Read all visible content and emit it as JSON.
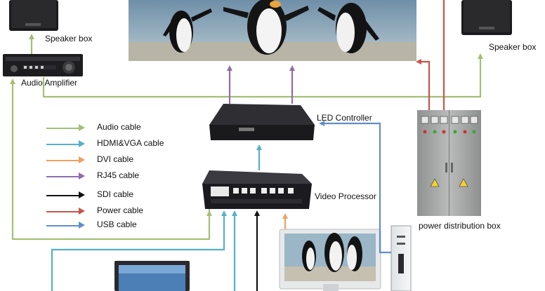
{
  "labels": {
    "speaker_left": "Speaker box",
    "speaker_right": "Speaker box",
    "audio_amplifier": "Audio Amplifier",
    "led_controller": "LED Controller",
    "video_processor": "Video Processor",
    "power_distribution": "power distribution box"
  },
  "legend": [
    {
      "label": "Audio  cable",
      "color": "#a4bf75"
    },
    {
      "label": "HDMI&VGA cable",
      "color": "#55b0c8"
    },
    {
      "label": "DVI  cable",
      "color": "#f0a060"
    },
    {
      "label": "RJ45 cable",
      "color": "#8f6bb0"
    },
    {
      "label": "SDI cable",
      "color": "#111111"
    },
    {
      "label": "Power cable",
      "color": "#c8544a"
    },
    {
      "label": "USB cable",
      "color": "#5f8fc4"
    }
  ],
  "colors": {
    "audio": "#a4bf75",
    "hdmi_vga": "#55b0c8",
    "dvi": "#f0a060",
    "rj45": "#8f6bb0",
    "sdi": "#111111",
    "power": "#c8544a",
    "usb": "#5f8fc4",
    "device_dark": "#1c1c1f",
    "cabinet": "#a7aaa9"
  }
}
